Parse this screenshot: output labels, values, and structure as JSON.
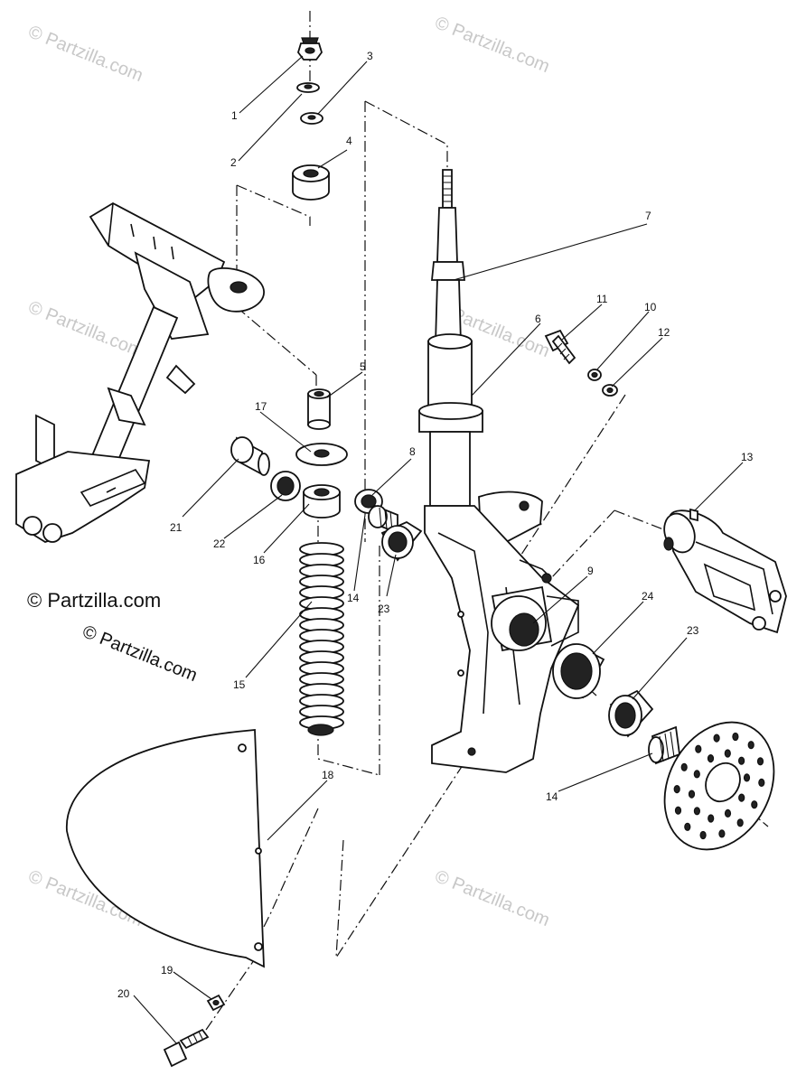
{
  "copyright": "© Partzilla.com",
  "watermark": "© Partzilla.com",
  "callouts": {
    "c1": "1",
    "c2": "2",
    "c3": "3",
    "c4": "4",
    "c5": "5",
    "c6": "6",
    "c7": "7",
    "c8": "8",
    "c9": "9",
    "c10": "10",
    "c11": "11",
    "c12": "12",
    "c13": "13",
    "c14a": "14",
    "c14b": "14",
    "c15": "15",
    "c16": "16",
    "c17": "17",
    "c18": "18",
    "c19": "19",
    "c20": "20",
    "c21": "21",
    "c22": "22",
    "c23a": "23",
    "c23b": "23",
    "c24": "24"
  }
}
